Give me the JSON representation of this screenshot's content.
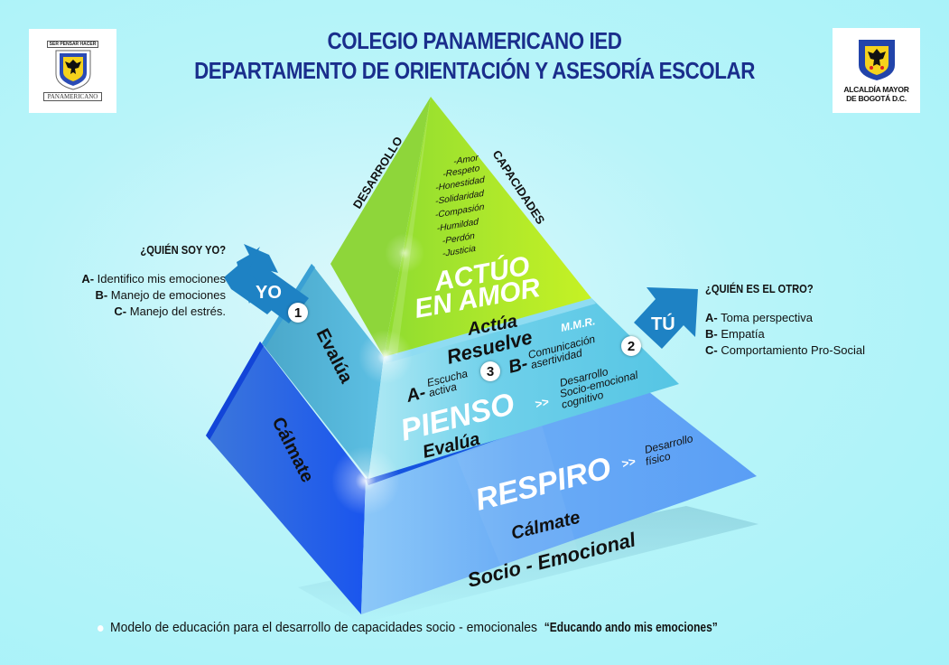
{
  "header": {
    "title_line1": "COLEGIO PANAMERICANO IED",
    "title_line2": "DEPARTAMENTO DE ORIENTACIÓN Y ASESORÍA ESCOLAR"
  },
  "logos": {
    "left": {
      "motto": "SER PENSAR HACER",
      "banner": "PANAMERICANO"
    },
    "right": {
      "line1": "ALCALDÍA MAYOR",
      "line2": "DE BOGOTÁ D.C."
    }
  },
  "pyramid": {
    "edge_labels": {
      "left": "DESARROLLO",
      "right": "CAPACIDADES"
    },
    "top": {
      "values": [
        "-Amor",
        "-Respeto",
        "-Honestidad",
        "-Solidaridad",
        "-Compasión",
        "-Humildad",
        "-Perdón",
        "-Justicia"
      ],
      "title_line1": "ACTÚO",
      "title_line2": "EN AMOR",
      "verb": "Actúa",
      "color": "#a6e02a"
    },
    "middle": {
      "resuelve": "Resuelve",
      "mmr": "M.M.R.",
      "item_a_letter": "A-",
      "item_a_line1": "Escucha",
      "item_a_line2": "activa",
      "item_b_letter": "B-",
      "item_b_line1": "Comunicación",
      "item_b_line2": "asertividad",
      "title": "PIENSO",
      "arrow": ">>",
      "dev_line1": "Desarrollo",
      "dev_line2": "Socio-emocional",
      "dev_line3": "cognitivo",
      "verb": "Evalúa",
      "side_verb": "Evalúa",
      "color": "#5cc8e6"
    },
    "bottom": {
      "title": "RESPIRO",
      "arrow": ">>",
      "dev_line1": "Desarrollo",
      "dev_line2": "físico",
      "verb": "Cálmate",
      "side_verb": "Cálmate",
      "caption": "Socio - Emocional",
      "color": "#5a9ef5"
    },
    "badges": {
      "one": "1",
      "two": "2",
      "three": "3"
    }
  },
  "yo": {
    "arrow_label": "YO",
    "heading": "¿QUIÉN SOY YO?",
    "items": [
      {
        "letter": "A-",
        "text": "Identifico mis emociones"
      },
      {
        "letter": "B-",
        "text": "Manejo de emociones"
      },
      {
        "letter": "C-",
        "text": "Manejo del estrés."
      }
    ]
  },
  "tu": {
    "arrow_label": "TÚ",
    "heading": "¿QUIÉN ES EL OTRO?",
    "items": [
      {
        "letter": "A-",
        "text": "Toma perspectiva"
      },
      {
        "letter": "B-",
        "text": "Empatía"
      },
      {
        "letter": "C-",
        "text": "Comportamiento Pro-Social"
      }
    ]
  },
  "footer": {
    "text": "Modelo de educación para el desarrollo de capacidades socio - emocionales",
    "quote": "“Educando ando mis emociones”"
  },
  "colors": {
    "title": "#1a2e8c",
    "arrow": "#1e82c4",
    "background": "#b8f4f9"
  }
}
